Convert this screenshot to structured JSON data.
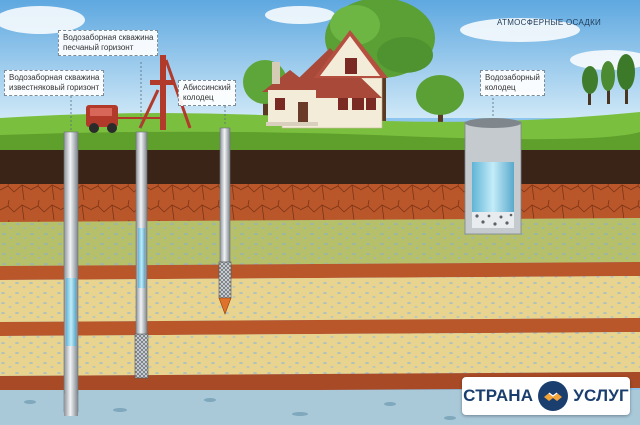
{
  "labels": {
    "sand_well": [
      "Водозаборная скважина",
      "песчаный горизонт"
    ],
    "limestone_well": [
      "Водозаборная скважина",
      "известняковый горизонт"
    ],
    "abyssinian_well": [
      "Абиссинский",
      "колодец"
    ],
    "dug_well": [
      "Водозаборный",
      "колодец"
    ],
    "precipitation": "АТМОСФЕРНЫЕ ОСАДКИ"
  },
  "brand": {
    "left_word": "СТРАНА",
    "right_word": "УСЛУГ",
    "colors": {
      "text": "#1a3f6e",
      "accent": "#f2a33a"
    },
    "icon": "handshake-icon"
  },
  "colors": {
    "sky": "#8ec5ee",
    "grass": "#7bbf3f",
    "topsoil": "#3a2418",
    "clay": "#b5542a",
    "sand": "#e6d08a",
    "aquifer_green": "#a8b85a",
    "water": "#8fd3ec"
  },
  "icons": [
    "house-icon",
    "tree-icon",
    "drilling-rig-icon",
    "well-pipe-icon",
    "filter-mesh-icon",
    "water-icon",
    "gravel-icon"
  ]
}
